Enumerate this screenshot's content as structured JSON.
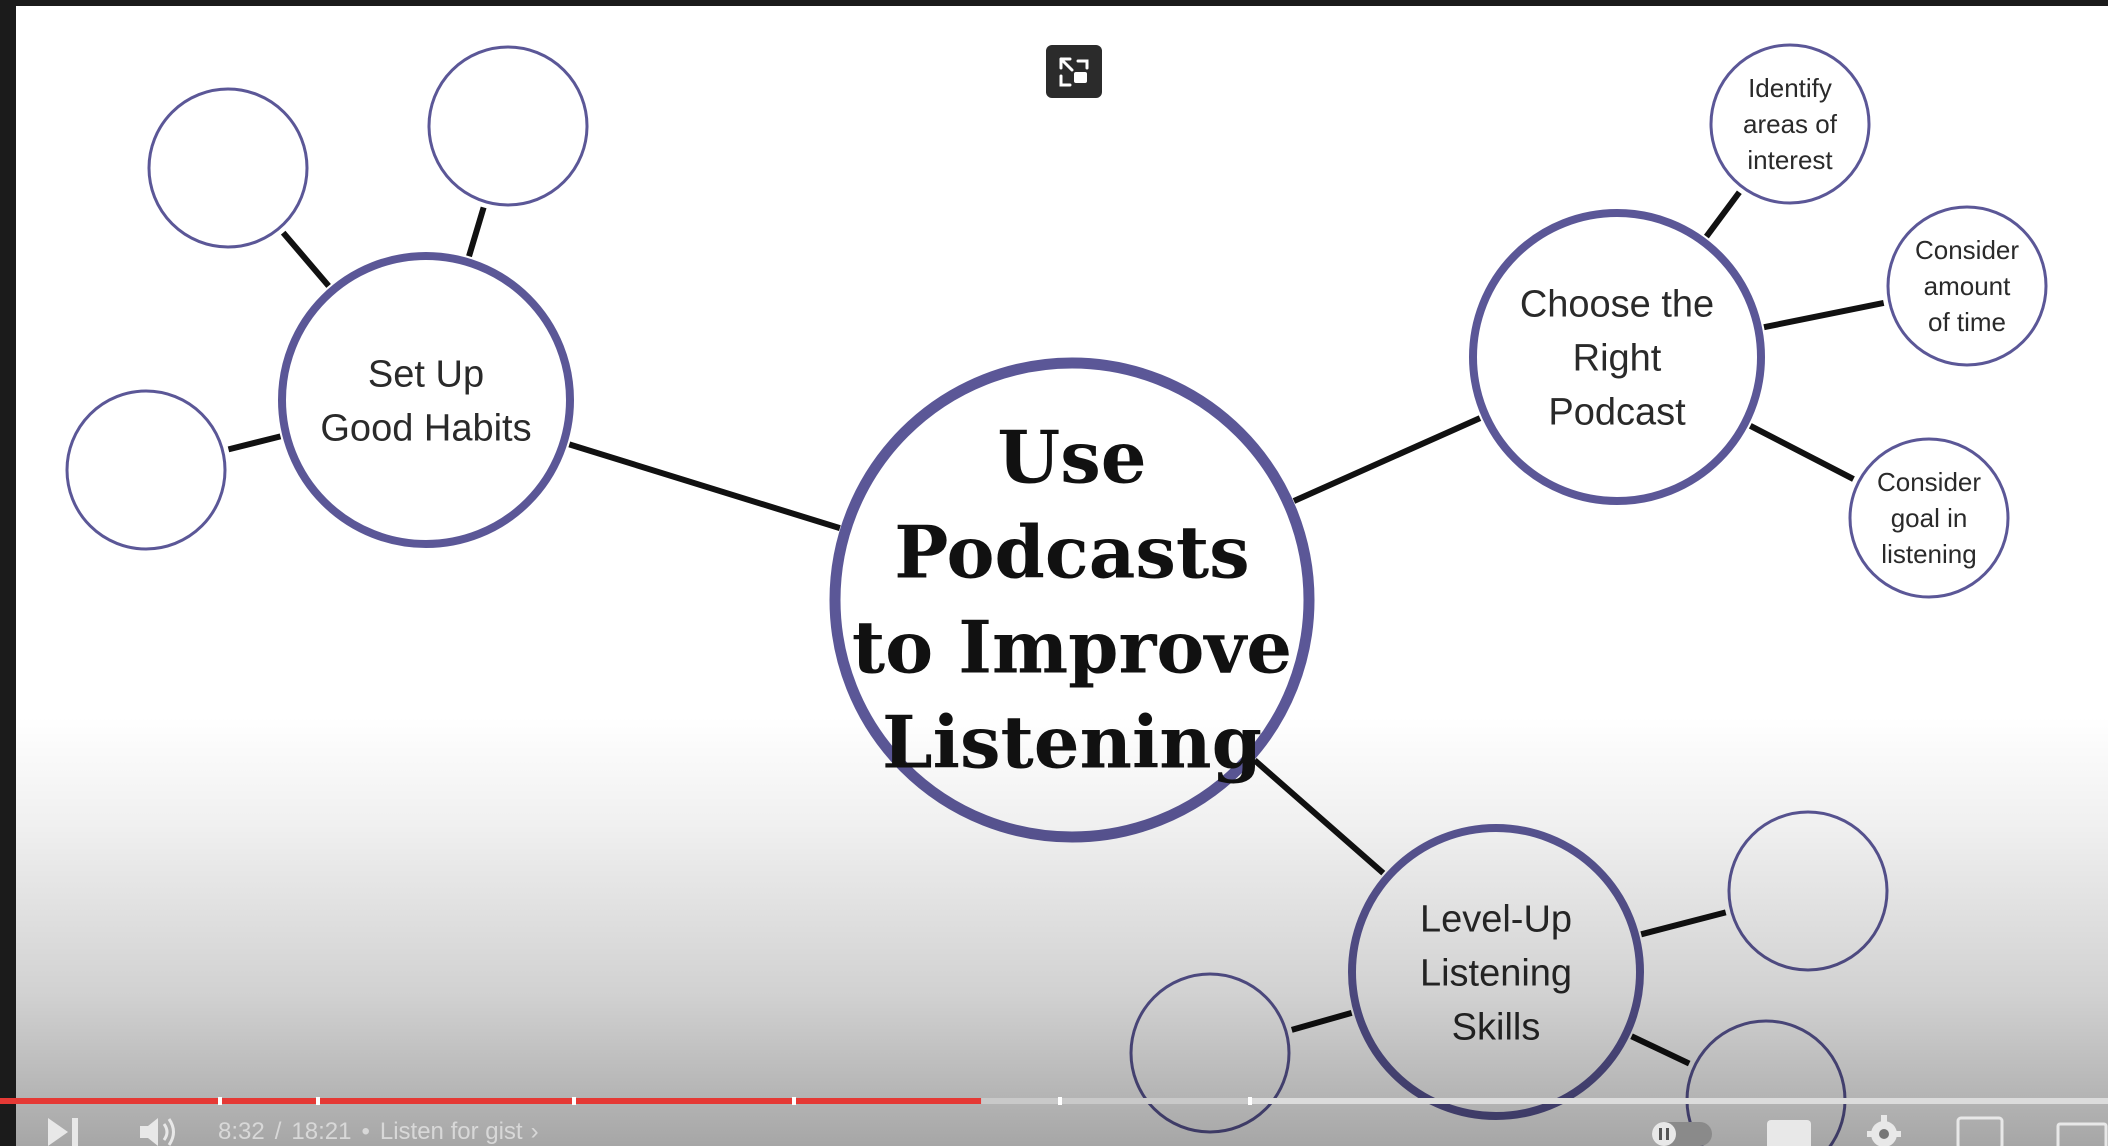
{
  "mindmap": {
    "central": {
      "lines": [
        "Use",
        "Podcasts",
        "to Improve",
        "Listening"
      ]
    },
    "branches": [
      {
        "id": "habits",
        "lines": [
          "Set Up",
          "Good Habits"
        ],
        "subtopics": [
          {
            "lines": []
          },
          {
            "lines": []
          },
          {
            "lines": []
          }
        ]
      },
      {
        "id": "podcast",
        "lines": [
          "Choose the",
          "Right",
          "Podcast"
        ],
        "subtopics": [
          {
            "lines": [
              "Identify",
              "areas of",
              "interest"
            ]
          },
          {
            "lines": [
              "Consider",
              "amount",
              "of time"
            ]
          },
          {
            "lines": [
              "Consider",
              "goal in",
              "listening"
            ]
          }
        ]
      },
      {
        "id": "skills",
        "lines": [
          "Level-Up",
          "Listening",
          "Skills"
        ],
        "subtopics": [
          {
            "lines": []
          },
          {
            "lines": []
          },
          {
            "lines": []
          }
        ]
      }
    ],
    "colors": {
      "circle_stroke": "#5b5797",
      "connector": "#111111"
    }
  },
  "player": {
    "current_time": "8:32",
    "separator": "/",
    "duration": "18:21",
    "chapter_bullet": "•",
    "chapter": "Listen for gist",
    "chapter_arrow": "›",
    "progress_fraction": 0.4654,
    "colors": {
      "played": "#e53935",
      "buffered": "#c9c9c9",
      "unplayed": "#dcdcdc"
    },
    "icons": [
      "next-icon",
      "volume-icon",
      "autoplay-toggle-icon",
      "captions-icon",
      "settings-icon",
      "miniplayer-icon",
      "theater-mode-icon",
      "exit-fullscreen-icon"
    ]
  }
}
